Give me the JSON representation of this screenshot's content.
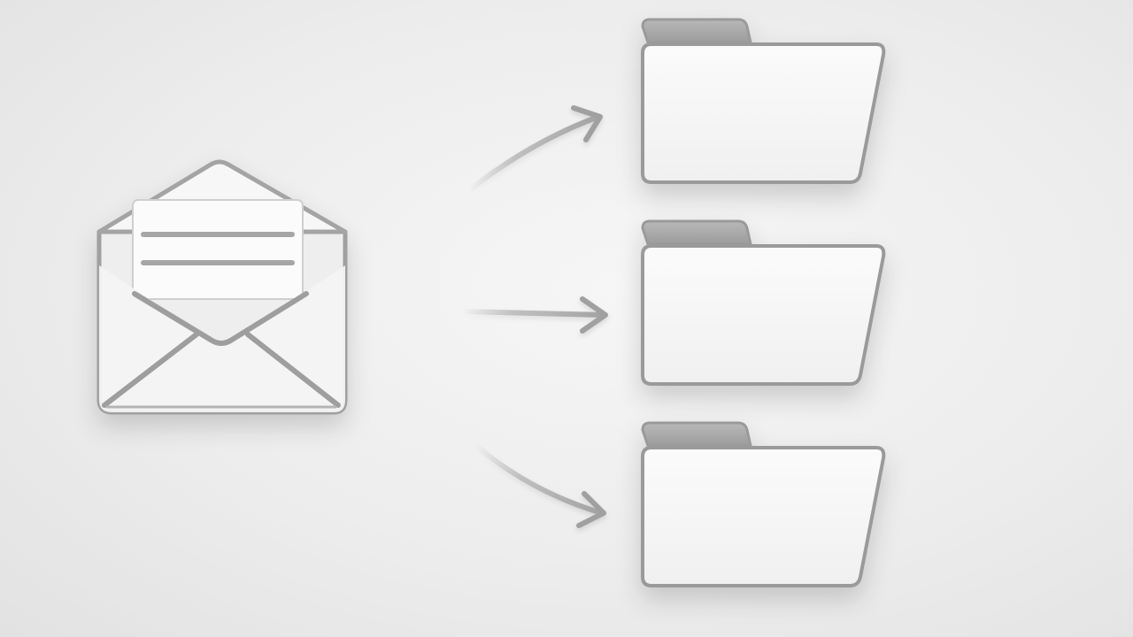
{
  "scene": {
    "envelope": {
      "icon": "open-envelope-icon",
      "state": "open"
    },
    "arrows": [
      {
        "icon": "curved-arrow-up-icon",
        "points_to": "folder-1"
      },
      {
        "icon": "straight-arrow-right-icon",
        "points_to": "folder-2"
      },
      {
        "icon": "curved-arrow-down-icon",
        "points_to": "folder-3"
      }
    ],
    "folders": [
      {
        "icon": "folder-icon"
      },
      {
        "icon": "folder-icon"
      },
      {
        "icon": "folder-icon"
      }
    ]
  },
  "colors": {
    "background": "#ededed",
    "outline": "#9a9a9a",
    "tab": "#a9a9a9",
    "folder_face": "#f7f7f7",
    "arrow": "#a3a3a3"
  }
}
